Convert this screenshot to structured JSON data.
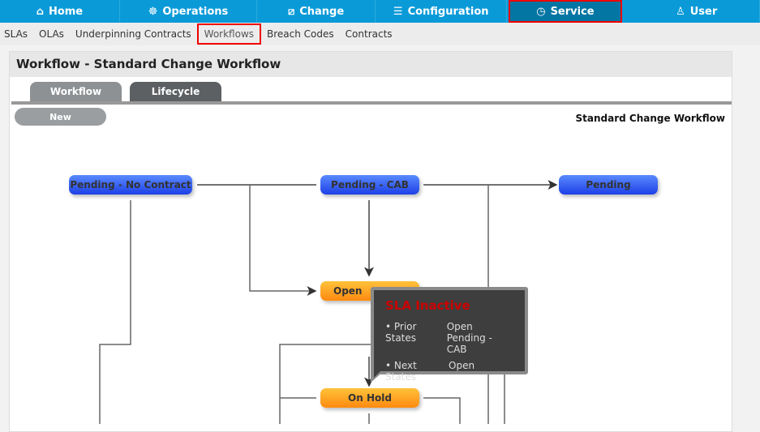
{
  "topnav": [
    {
      "label": "Home",
      "icon": "home-icon",
      "glyph": "⌂"
    },
    {
      "label": "Operations",
      "icon": "operations-wheel-icon",
      "glyph": "☸"
    },
    {
      "label": "Change",
      "icon": "change-icon",
      "glyph": "⧄"
    },
    {
      "label": "Configuration",
      "icon": "configuration-sliders-icon",
      "glyph": "☰"
    },
    {
      "label": "Service",
      "icon": "clock-icon",
      "glyph": "◷",
      "active": true
    },
    {
      "label": "User",
      "icon": "user-icon",
      "glyph": "♙"
    }
  ],
  "subnav": [
    "SLAs",
    "OLAs",
    "Underpinning Contracts",
    "Workflows",
    "Breach Codes",
    "Contracts"
  ],
  "subnav_active": "Workflows",
  "panel": {
    "title": "Workflow - Standard Change Workflow",
    "tabs": [
      "Workflow",
      "Lifecycle"
    ],
    "new_label": "New",
    "workflow_name": "Standard Change Workflow"
  },
  "nodes": {
    "pending_no_contract": "Pending - No Contract",
    "pending_cab": "Pending - CAB",
    "pending": "Pending",
    "open": "Open",
    "on_hold": "On Hold"
  },
  "tooltip": {
    "title": "SLA Inactive",
    "prior_label": "• Prior States",
    "prior_states": [
      "Open",
      "Pending - CAB"
    ],
    "next_label": "• Next States",
    "next_states": [
      "Open"
    ]
  },
  "colors": {
    "nav": "#0a9ad8",
    "nav_active": "#0476a3",
    "highlight": "#ee0000",
    "state_blue": "#1d3fe6",
    "state_orange": "#ff8a10"
  }
}
